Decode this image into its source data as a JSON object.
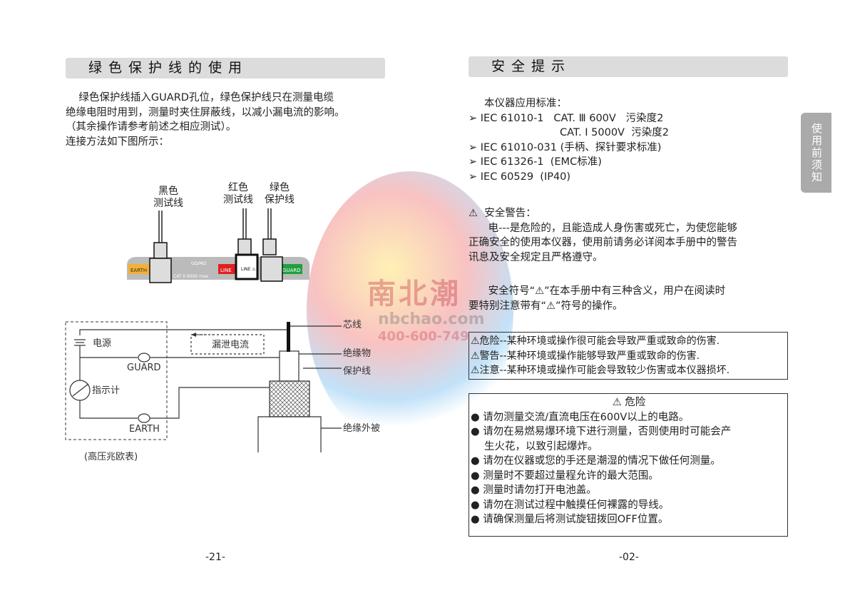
{
  "left": {
    "title": "绿色保护线的使用",
    "paragraph": [
      "    绿色保护线插入GUARD孔位，绿色保护线只在测量电缆",
      "绝缘电阻时用到，测量时夹住屏蔽线，以减小漏电流的影响。",
      "（其余操作请参考前述之相应测试）。",
      "连接方法如下图所示："
    ],
    "probe_labels": {
      "black": [
        "黑色",
        "测试线"
      ],
      "red": [
        "红色",
        "测试线"
      ],
      "green": [
        "绿色",
        "保护线"
      ]
    },
    "panel": {
      "earth": "EARTH",
      "line": "LINE",
      "guard": "GUARD",
      "mid_top": "GΩ/MΩ",
      "mid_bottom": "CAT II   600V max",
      "line_port": "LINE ⚠"
    },
    "circuit": {
      "power": "电源",
      "guard": "GUARD",
      "meter": "指示计",
      "earth": "EARTH",
      "leak": "漏泄电流",
      "core": "芯线",
      "insulator": "绝缘物",
      "shield": "保护线",
      "jacket": "绝缘外被",
      "caption": "(高压兆欧表)"
    },
    "page_number": "-21-"
  },
  "watermark": {
    "name": "南北潮",
    "site": "nbchao.com",
    "phone": "400-600-749"
  },
  "right": {
    "title": "安全提示",
    "standards_heading": "本仪器应用标准：",
    "standards": [
      "IEC 61010-1   CAT. Ⅲ 600V   污染度2",
      "IEC 61010-031 (手柄、探针要求标准)",
      "IEC 61326-1  (EMC标准)",
      "IEC 60529  (IP40)"
    ],
    "standard_cont": "CAT. Ⅰ 5000V  污染度2",
    "warning_heading": "⚠  安全警告：",
    "warning_text": [
      "      电---是危险的，且能造成人身伤害或死亡，为使您能够",
      "正确安全的使用本仪器，使用前请务必详阅本手册中的警告",
      "讯息及安全规定且严格遵守。"
    ],
    "symbol_text": [
      "      安全符号“⚠”在本手册中有三种含义，用户在阅读时",
      "要特别注意带有“⚠”符号的操作。"
    ],
    "levels": [
      "⚠危险--某种环境或操作很可能会导致严重或致命的伤害.",
      "⚠警告--某种环境或操作能够导致严重或致命的伤害.",
      "⚠注意--某种环境或操作可能会导致较少伤害或本仪器损坏."
    ],
    "danger_title": "⚠ 危险",
    "danger_items": [
      "请勿测量交流/直流电压在600V以上的电路。",
      "请勿在易燃易爆环境下进行测量，否则使用时可能会产",
      "生火花，以致引起爆炸。",
      "请勿在仪器或您的手还是潮湿的情况下做任何测量。",
      "测量时不要超过量程允许的最大范围。",
      "测量时请勿打开电池盖。",
      "请勿在测试过程中触摸任何裸露的导线。",
      "请确保测量后将测试旋钮拨回OFF位置。"
    ],
    "side_tab": "使用前须知",
    "page_number": "-02-"
  }
}
